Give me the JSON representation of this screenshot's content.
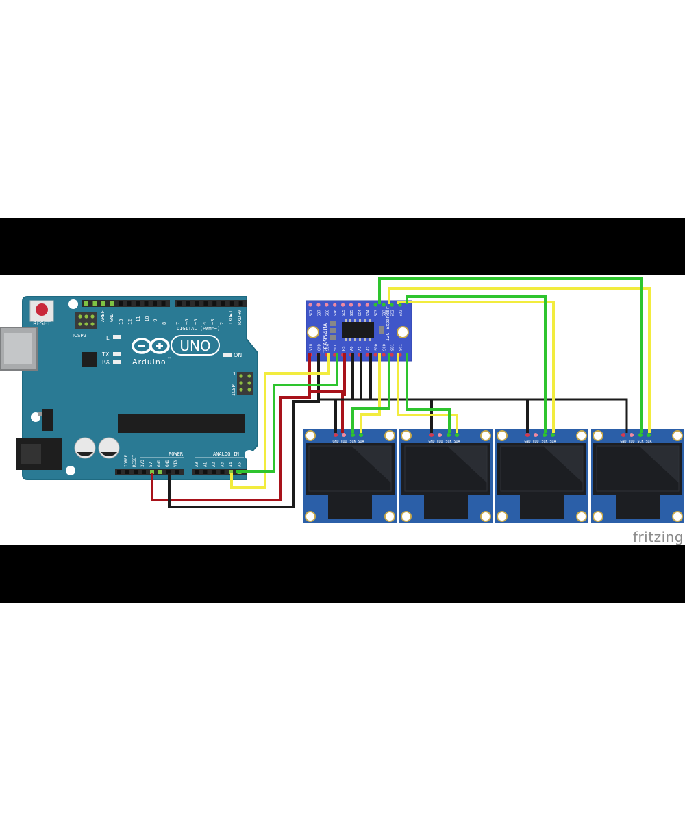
{
  "colors": {
    "letterbox": "#000000",
    "canvas": "#ffffff",
    "arduino_board": "#2a7a94",
    "expander_board": "#3f56c9",
    "oled_board": "#2b5fa8",
    "oled_screen": "#1c1e22",
    "wire_red": "#a8121a",
    "wire_black": "#1b1b1b",
    "wire_green": "#2ec42e",
    "wire_yellow": "#f2ec3e",
    "header": "#2b2b2b",
    "fritzing_text": "#8b8b8b"
  },
  "arduino": {
    "reset": "RESET",
    "icsp2": "ICSP2",
    "aref": "AREF",
    "gnd": "GND",
    "digital_pins": [
      "13",
      "12",
      "~11",
      "~10",
      "~9",
      "8",
      "7",
      "~6",
      "~5",
      "4",
      "~3",
      "2",
      "TXD►1",
      "RXD◄0"
    ],
    "digital_label": "DIGITAL (PWM=~)",
    "led_l": "L",
    "led_tx": "TX",
    "led_rx": "RX",
    "brand": "Arduino",
    "tm": "™",
    "model": "UNO",
    "on": "ON",
    "icsp": "ICSP",
    "icsp_num": "1",
    "power_pins": [
      "IOREF",
      "RESET",
      "3V3",
      "5V",
      "GND",
      "GND",
      "VIN"
    ],
    "power_label": "POWER",
    "analog_pins": [
      "A0",
      "A1",
      "A2",
      "A3",
      "A4",
      "A5"
    ],
    "analog_label": "ANALOG IN"
  },
  "expander": {
    "top_pins": [
      "SC7",
      "SD7",
      "SC6",
      "SD6",
      "SC5",
      "SD5",
      "SC4",
      "SD4",
      "SC3",
      "SD3",
      "SC2",
      "SD2"
    ],
    "bottom_pins": [
      "VIN",
      "GND",
      "SDA",
      "SCL",
      "RST",
      "A0",
      "A1",
      "A2",
      "SD0",
      "SC0",
      "SD1",
      "SC1"
    ],
    "chip_label": "TCA9548A",
    "title": "I2C Expander"
  },
  "oled_displays": [
    {
      "pins": [
        "GND",
        "VDD",
        "SCK",
        "SDA"
      ]
    },
    {
      "pins": [
        "GND",
        "VDD",
        "SCK",
        "SDA"
      ]
    },
    {
      "pins": [
        "GND",
        "VDD",
        "SCK",
        "SDA"
      ]
    },
    {
      "pins": [
        "GND",
        "VDD",
        "SCK",
        "SDA"
      ]
    }
  ],
  "watermark": "fritzing"
}
